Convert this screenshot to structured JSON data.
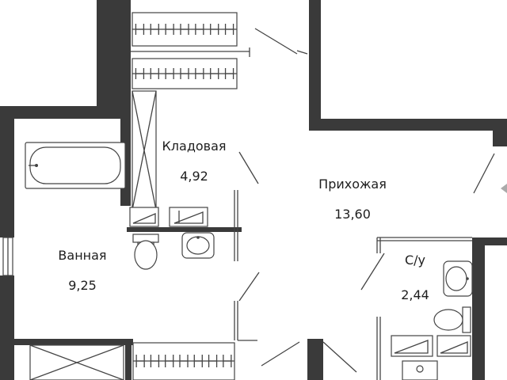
{
  "rooms": [
    {
      "name": "Кладовая",
      "area": "4,92"
    },
    {
      "name": "Прихожая",
      "area": "13,60"
    },
    {
      "name": "Ванная",
      "area": "9,25"
    },
    {
      "name": "С/у",
      "area": "2,44"
    }
  ],
  "colors": {
    "wall": "#262626",
    "line": "#444444",
    "background": "#ffffff"
  }
}
